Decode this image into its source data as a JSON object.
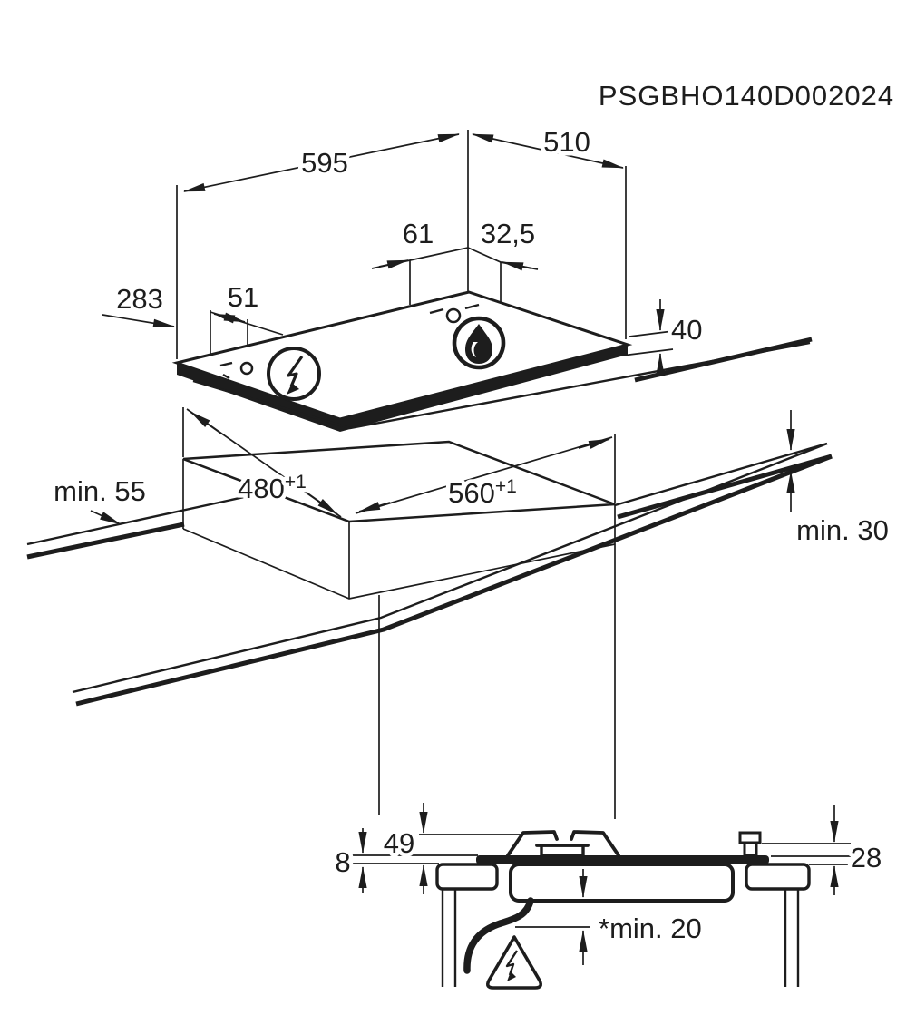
{
  "document": {
    "part_number": "PSGBHO140D002024",
    "type": "hob-installation-dimension-diagram"
  },
  "top_view": {
    "hob_width": "595",
    "hob_depth": "510",
    "burner_offset_left": "61",
    "burner_offset_right": "32,5",
    "gas_inlet_offset": "283",
    "gas_inlet_offset_small": "51",
    "height_above_worktop": "40",
    "icons": {
      "electric": "electric-connection-icon",
      "gas": "gas-burner-icon"
    }
  },
  "cutout_view": {
    "cutout_depth": "480",
    "cutout_depth_tolerance": "+1",
    "cutout_width": "560",
    "cutout_width_tolerance": "+1",
    "front_clearance": "min. 55",
    "worktop_thickness": "min. 30"
  },
  "section_view": {
    "pan_support_height": "49",
    "glass_height": "8",
    "knob_height": "28",
    "bottom_clearance": "*min. 20",
    "icons": {
      "hazard": "electrical-hazard-triangle-icon"
    }
  },
  "colors": {
    "line": "#1d1d1d",
    "background": "#ffffff"
  }
}
